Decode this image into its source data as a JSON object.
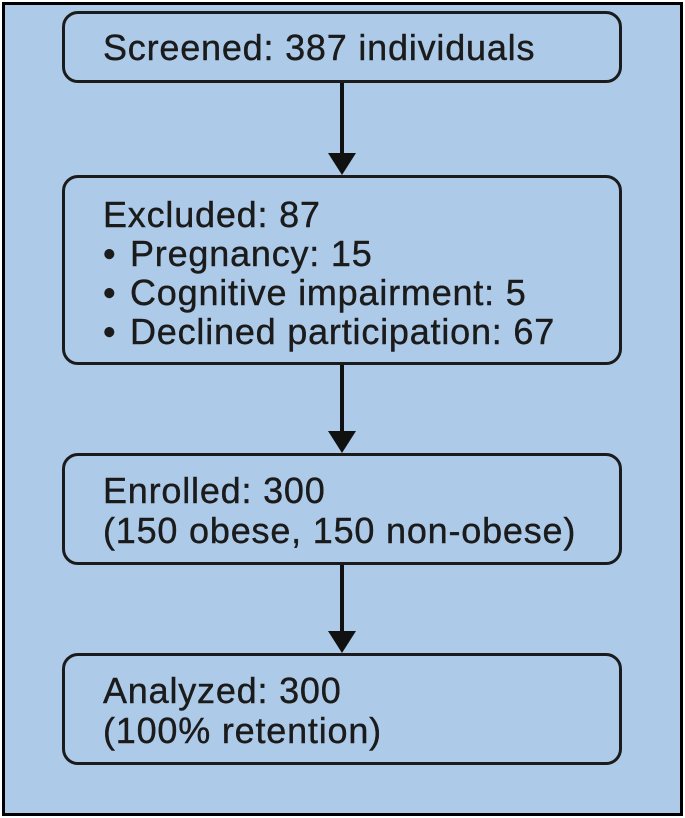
{
  "figure": {
    "type": "participant-flow-diagram"
  },
  "colors": {
    "background": "#adcbe9",
    "frame": "#000000",
    "ink": "#1b1b1b",
    "arrow": "#111111"
  },
  "flow": {
    "bullet_glyph": "•",
    "boxes": [
      {
        "name": "screened",
        "lines": [
          "Screened: 387 individuals"
        ],
        "bullets": []
      },
      {
        "name": "excluded",
        "lines": [
          "Excluded: 87"
        ],
        "bullets": [
          "Pregnancy: 15",
          "Cognitive impairment: 5",
          "Declined participation: 67"
        ]
      },
      {
        "name": "enrolled",
        "lines": [
          "Enrolled: 300",
          "(150 obese, 150 non-obese)"
        ],
        "bullets": []
      },
      {
        "name": "analyzed",
        "lines": [
          "Analyzed: 300",
          "(100% retention)"
        ],
        "bullets": []
      }
    ],
    "counts": {
      "screened": 387,
      "excluded_total": 87,
      "excluded_pregnancy": 15,
      "excluded_cognitive_impairment": 5,
      "excluded_declined": 67,
      "enrolled_total": 300,
      "enrolled_obese": 150,
      "enrolled_non_obese": 150,
      "analyzed": 300,
      "retention_percent": 100
    }
  }
}
